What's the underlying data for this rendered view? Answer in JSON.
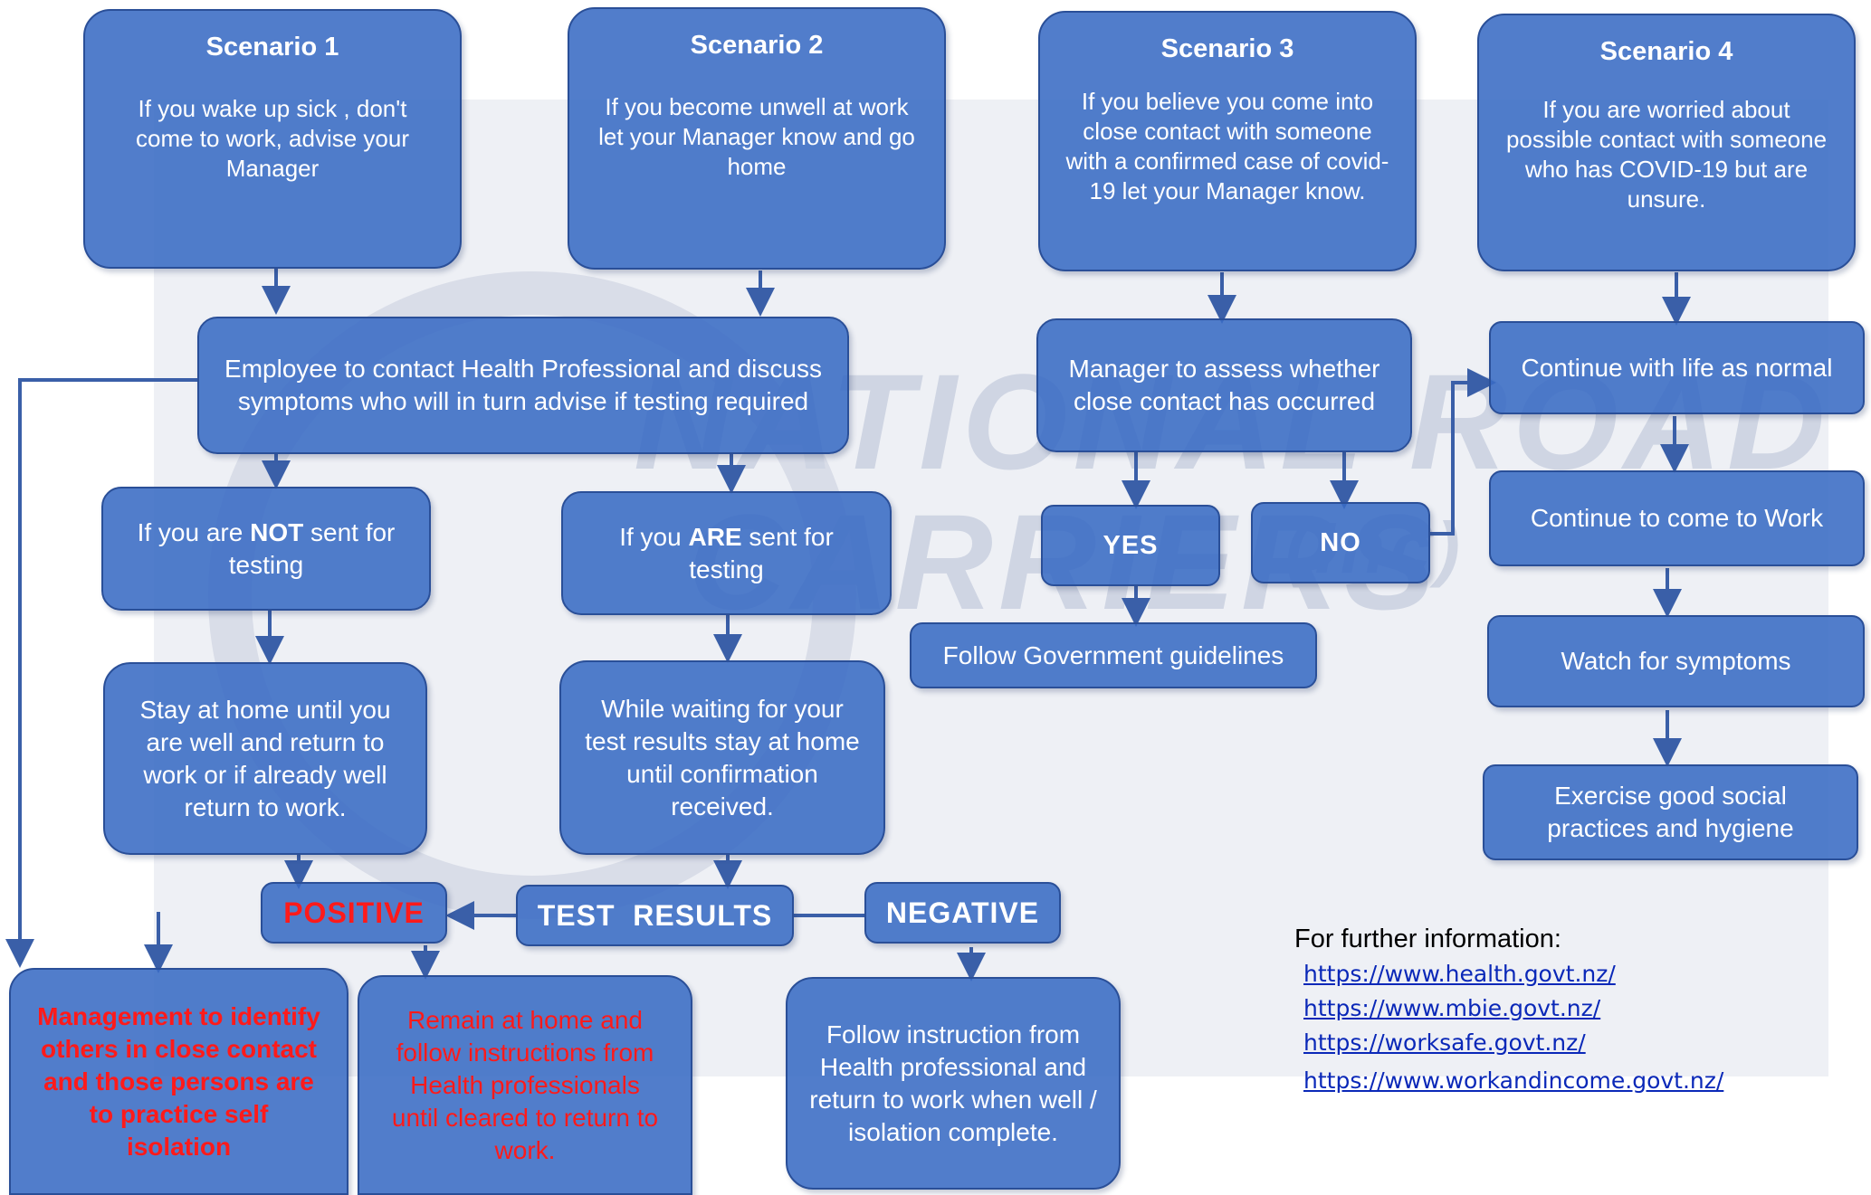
{
  "scenarios": [
    {
      "title": "Scenario 1",
      "text": "If you wake up sick , don't come to work, advise your Manager"
    },
    {
      "title": "Scenario 2",
      "text": "If you become unwell at work let your Manager know and go home"
    },
    {
      "title": "Scenario 3",
      "text": "If you believe you come into close contact with someone with a confirmed case of covid-19 let your Manager know."
    },
    {
      "title": "Scenario 4",
      "text": "If you are worried about possible contact with someone who has COVID-19 but are unsure."
    }
  ],
  "watermark": {
    "line1": "NATIONAL ROAD",
    "line2": "CARRIERS",
    "inc": "(Inc)"
  },
  "steps": {
    "contact_health": "Employee to contact Health Professional and discuss symptoms who will in turn advise if testing required",
    "not_sent_prefix": "If you are ",
    "not_sent_bold": "NOT",
    "not_sent_suffix": " sent for testing",
    "are_sent_prefix": "If you ",
    "are_sent_bold": "ARE",
    "are_sent_suffix": " sent for testing",
    "stay_home": "Stay at home until you are well and return to work or if already well return to work.",
    "waiting": "While waiting for your test results stay at home until confirmation received.",
    "manager_assess": "Manager to assess whether close contact has occurred",
    "yes": "YES",
    "no": "NO",
    "follow_gov": "Follow Government guidelines",
    "continue_life": "Continue with life as normal",
    "continue_work": "Continue to come to Work",
    "watch_symptoms": "Watch for symptoms",
    "exercise": "Exercise good social practices and hygiene",
    "positive": "POSITIVE",
    "test_results": "TEST  RESULTS",
    "negative": "NEGATIVE",
    "management": "Management to identify others in close contact and those persons are to practice self isolation",
    "remain_home": "Remain at home and follow instructions from Health professionals until cleared to return to work.",
    "follow_instruction": "Follow instruction from Health professional and return to work when well / isolation complete."
  },
  "info": {
    "heading": "For further information:",
    "links": [
      "https://www.health.govt.nz/",
      "https://www.mbie.govt.nz/",
      "https://worksafe.govt.nz/",
      "https://www.workandincome.govt.nz/"
    ]
  },
  "colors": {
    "box": "#396bc4",
    "border": "#2a4f98",
    "alert": "#ff1a1a",
    "link": "#0a28b8"
  }
}
